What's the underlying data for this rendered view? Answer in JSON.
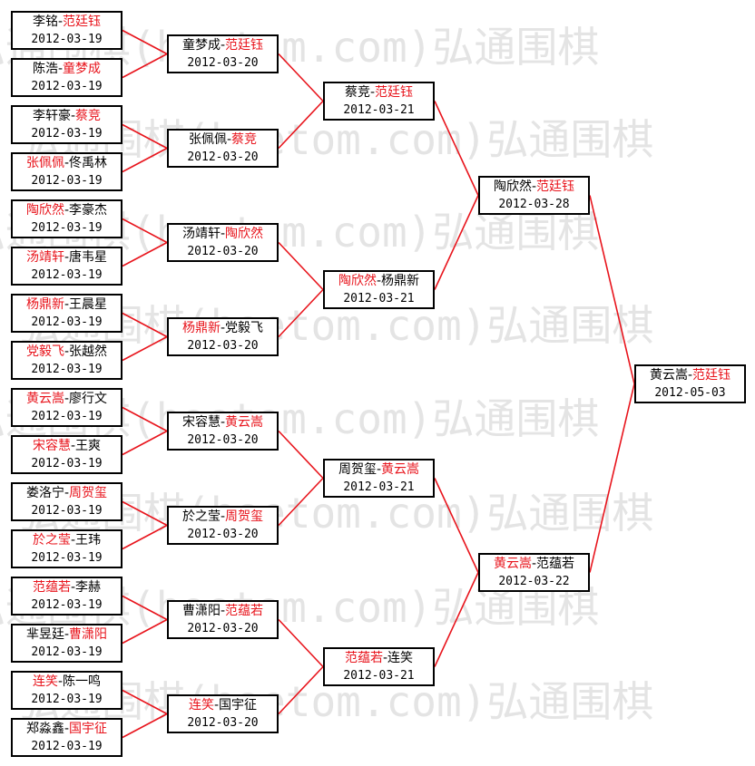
{
  "colors": {
    "winner": "#e8141c",
    "line": "#e8141c",
    "border": "#000000",
    "watermark": "#e4e4e4"
  },
  "watermark": "弘通围棋(hoetom.com)弘通围棋",
  "rounds": [
    [
      {
        "a": "李铭",
        "b": "范廷钰",
        "winner": "b",
        "date": "2012-03-19"
      },
      {
        "a": "陈浩",
        "b": "童梦成",
        "winner": "b",
        "date": "2012-03-19"
      },
      {
        "a": "李轩豪",
        "b": "蔡竞",
        "winner": "b",
        "date": "2012-03-19"
      },
      {
        "a": "张佩佩",
        "b": "佟禹林",
        "winner": "a",
        "date": "2012-03-19"
      },
      {
        "a": "陶欣然",
        "b": "李豪杰",
        "winner": "a",
        "date": "2012-03-19"
      },
      {
        "a": "汤靖轩",
        "b": "唐韦星",
        "winner": "a",
        "date": "2012-03-19"
      },
      {
        "a": "杨鼎新",
        "b": "王晨星",
        "winner": "a",
        "date": "2012-03-19"
      },
      {
        "a": "党毅飞",
        "b": "张越然",
        "winner": "a",
        "date": "2012-03-19"
      },
      {
        "a": "黄云嵩",
        "b": "廖行文",
        "winner": "a",
        "date": "2012-03-19"
      },
      {
        "a": "宋容慧",
        "b": "王爽",
        "winner": "a",
        "date": "2012-03-19"
      },
      {
        "a": "娄洛宁",
        "b": "周贺玺",
        "winner": "b",
        "date": "2012-03-19"
      },
      {
        "a": "於之莹",
        "b": "王玮",
        "winner": "a",
        "date": "2012-03-19"
      },
      {
        "a": "范蕴若",
        "b": "李赫",
        "winner": "a",
        "date": "2012-03-19"
      },
      {
        "a": "芈昱廷",
        "b": "曹潇阳",
        "winner": "b",
        "date": "2012-03-19"
      },
      {
        "a": "连笑",
        "b": "陈一鸣",
        "winner": "a",
        "date": "2012-03-19"
      },
      {
        "a": "郑淼鑫",
        "b": "国宇征",
        "winner": "b",
        "date": "2012-03-19"
      }
    ],
    [
      {
        "a": "童梦成",
        "b": "范廷钰",
        "winner": "b",
        "date": "2012-03-20"
      },
      {
        "a": "张佩佩",
        "b": "蔡竞",
        "winner": "b",
        "date": "2012-03-20"
      },
      {
        "a": "汤靖轩",
        "b": "陶欣然",
        "winner": "b",
        "date": "2012-03-20"
      },
      {
        "a": "杨鼎新",
        "b": "党毅飞",
        "winner": "a",
        "date": "2012-03-20"
      },
      {
        "a": "宋容慧",
        "b": "黄云嵩",
        "winner": "b",
        "date": "2012-03-20"
      },
      {
        "a": "於之莹",
        "b": "周贺玺",
        "winner": "b",
        "date": "2012-03-20"
      },
      {
        "a": "曹潇阳",
        "b": "范蕴若",
        "winner": "b",
        "date": "2012-03-20"
      },
      {
        "a": "连笑",
        "b": "国宇征",
        "winner": "a",
        "date": "2012-03-20"
      }
    ],
    [
      {
        "a": "蔡竞",
        "b": "范廷钰",
        "winner": "b",
        "date": "2012-03-21"
      },
      {
        "a": "陶欣然",
        "b": "杨鼎新",
        "winner": "a",
        "date": "2012-03-21"
      },
      {
        "a": "周贺玺",
        "b": "黄云嵩",
        "winner": "b",
        "date": "2012-03-21"
      },
      {
        "a": "范蕴若",
        "b": "连笑",
        "winner": "a",
        "date": "2012-03-21"
      }
    ],
    [
      {
        "a": "陶欣然",
        "b": "范廷钰",
        "winner": "b",
        "date": "2012-03-28"
      },
      {
        "a": "黄云嵩",
        "b": "范蕴若",
        "winner": "a",
        "date": "2012-03-22"
      }
    ],
    [
      {
        "a": "黄云嵩",
        "b": "范廷钰",
        "winner": "b",
        "date": "2012-05-03"
      }
    ]
  ]
}
